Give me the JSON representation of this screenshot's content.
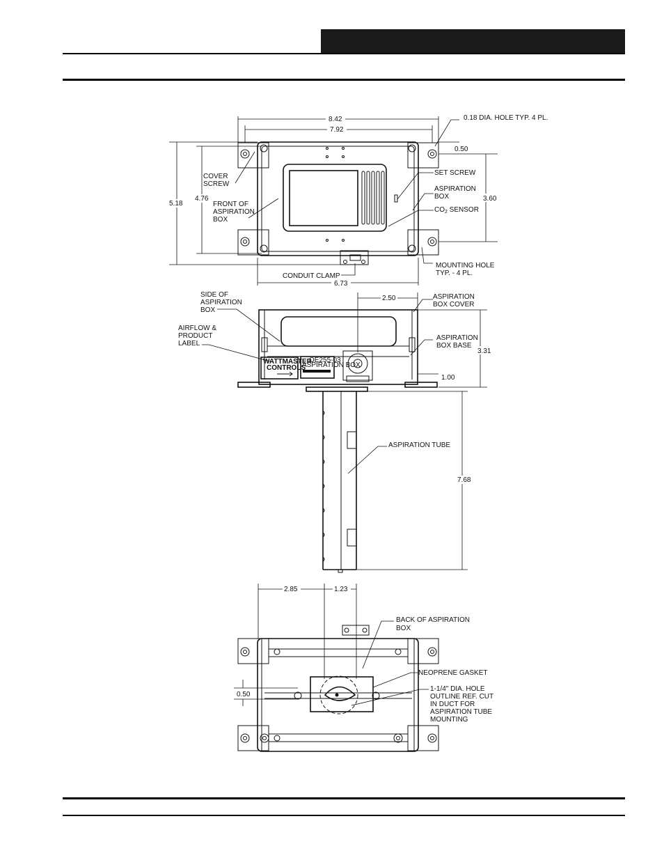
{
  "labels": {
    "hole_dia": "0.18 DIA. HOLE TYP. 4 PL.",
    "cover_screw_1": "COVER",
    "cover_screw_2": "SCREW",
    "front_1": "FRONT OF",
    "front_2": "ASPIRATION",
    "front_3": "BOX",
    "set_screw": "SET SCREW",
    "asp_box_1": "ASPIRATION",
    "asp_box_2": "BOX",
    "co2_a": "CO",
    "co2_sub": "2",
    "co2_b": " SENSOR",
    "mount_1": "MOUNTING HOLE",
    "mount_2": "TYP. - 4 PL.",
    "conduit": "CONDUIT CLAMP",
    "side_1": "SIDE OF",
    "side_2": "ASPIRATION",
    "side_3": "BOX",
    "airflow_1": "AIRFLOW &",
    "airflow_2": "PRODUCT",
    "airflow_3": "LABEL",
    "cover_1": "ASPIRATION",
    "cover_2": "BOX COVER",
    "base_1": "ASPIRATION",
    "base_2": "BOX BASE",
    "tube": "ASPIRATION TUBE",
    "back_1": "BACK OF ASPIRATION",
    "back_2": "BOX",
    "gasket": "NEOPRENE GASKET",
    "hole_1": "1-1/4\" DIA. HOLE",
    "hole_2": "OUTLINE REF. CUT",
    "hole_3": "IN DUCT FOR",
    "hole_4": "ASPIRATION TUBE",
    "hole_5": "MOUNTING"
  },
  "product_label": {
    "brand_1": "WATTMASTER",
    "brand_2": "CONTROLS",
    "model": "OE255-03",
    "name": "ASPIRATION BOX"
  },
  "dimensions": {
    "d842": "8.42",
    "d792": "7.92",
    "d050": "0.50",
    "d360": "3.60",
    "d518": "5.18",
    "d476": "4.76",
    "d673": "6.73",
    "d250": "2.50",
    "d331": "3.31",
    "d100": "1.00",
    "d768": "7.68",
    "d285": "2.85",
    "d123": "1.23",
    "d050b": "0.50"
  }
}
